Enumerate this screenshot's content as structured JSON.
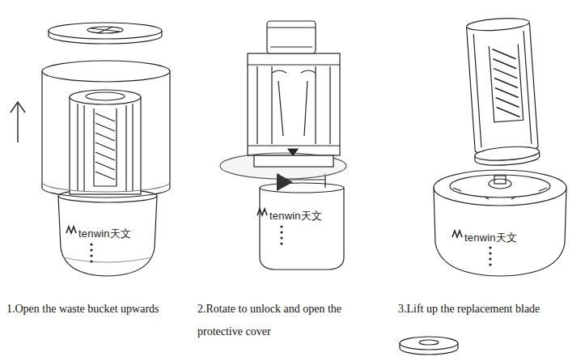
{
  "diagram": {
    "labels": [
      "tenwin天文",
      "tenwin天文",
      "tenwin天文",
      "1.Open the waste bucket upwards",
      "2.Rotate to unlock and open the protective cover",
      "3.Lift up the replacement blade"
    ]
  }
}
